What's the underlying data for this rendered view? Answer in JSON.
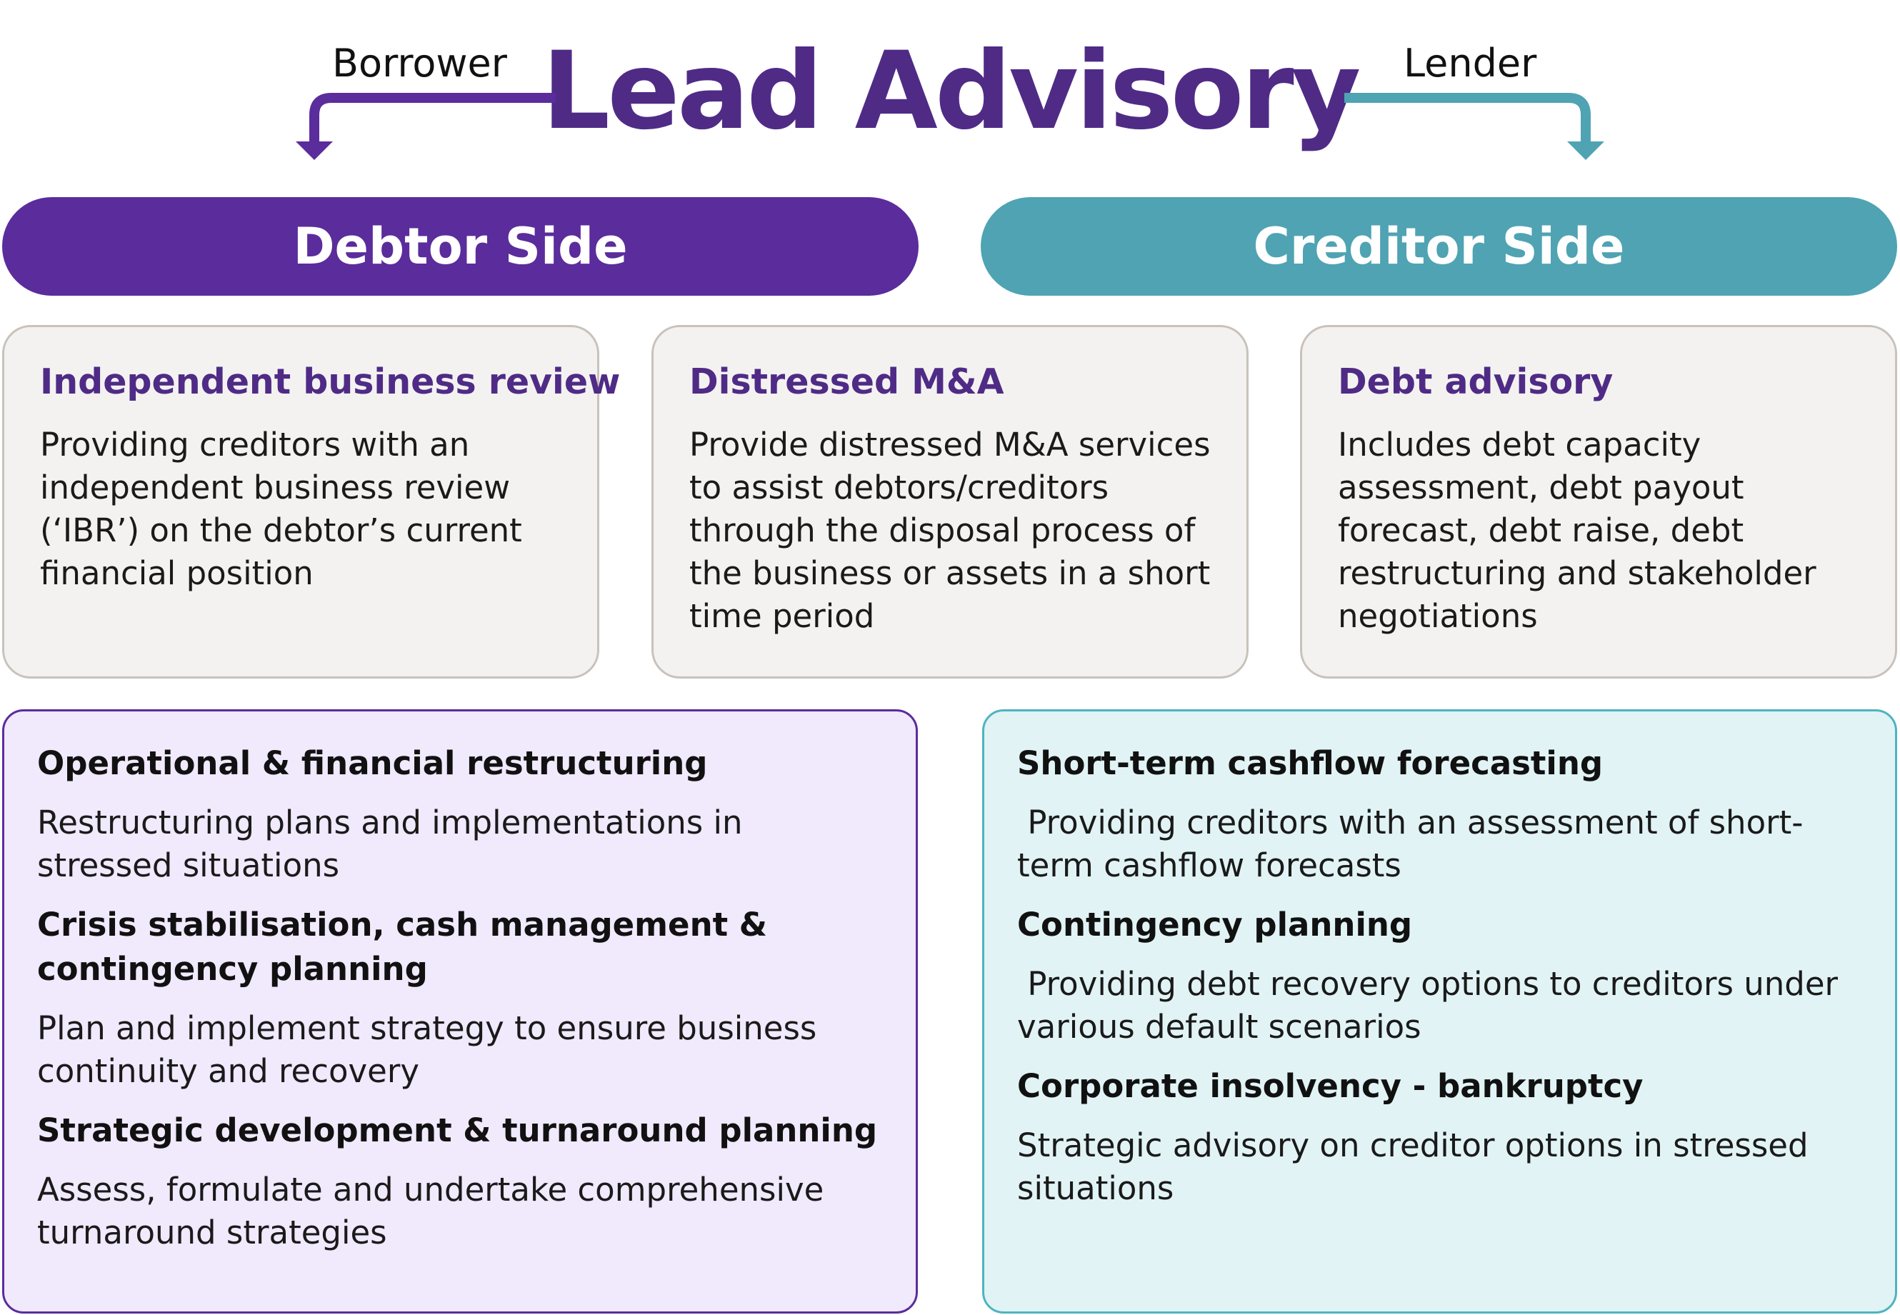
{
  "colors": {
    "purple": "#5b2c9c",
    "title_purple": "#4f2b86",
    "teal": "#4fa3b3",
    "card_bg": "#f3f2f1",
    "card_border": "#c9c2bb",
    "debtor_panel_bg": "#f1e9fc",
    "debtor_panel_border": "#5b2c9c",
    "creditor_panel_bg": "#e1f3f5",
    "creditor_panel_border": "#4fb3c0"
  },
  "header": {
    "title": "Lead Advisory",
    "left_label": "Borrower",
    "right_label": "Lender"
  },
  "sides": {
    "debtor": "Debtor Side",
    "creditor": "Creditor Side"
  },
  "cards": [
    {
      "title": "Independent business review",
      "text": "Providing creditors with an independent business review (‘IBR’) on the debtor’s current financial position"
    },
    {
      "title": "Distressed M&A",
      "text": "Provide distressed M&A services to assist debtors/creditors through the disposal process of the business or assets in a short time period"
    },
    {
      "title": "Debt advisory",
      "text": "Includes debt capacity assessment, debt payout forecast, debt raise, debt restructuring and stakeholder negotiations"
    }
  ],
  "debtor_services": [
    {
      "heading": "Operational & financial restructuring",
      "text": "Restructuring plans and implementations in stressed situations"
    },
    {
      "heading": "Crisis stabilisation, cash management & contingency planning",
      "text": "Plan and implement strategy to ensure business continuity and recovery"
    },
    {
      "heading": "Strategic development & turnaround planning",
      "text": "Assess, formulate and undertake comprehensive turnaround strategies"
    }
  ],
  "creditor_services": [
    {
      "heading": "Short-term cashflow forecasting",
      "text": " Providing creditors with an assessment of short-term cashflow forecasts"
    },
    {
      "heading": "Contingency planning",
      "text": " Providing debt recovery options to creditors under various default scenarios"
    },
    {
      "heading": "Corporate insolvency - bankruptcy",
      "text": "Strategic advisory on creditor options in stressed situations"
    }
  ]
}
